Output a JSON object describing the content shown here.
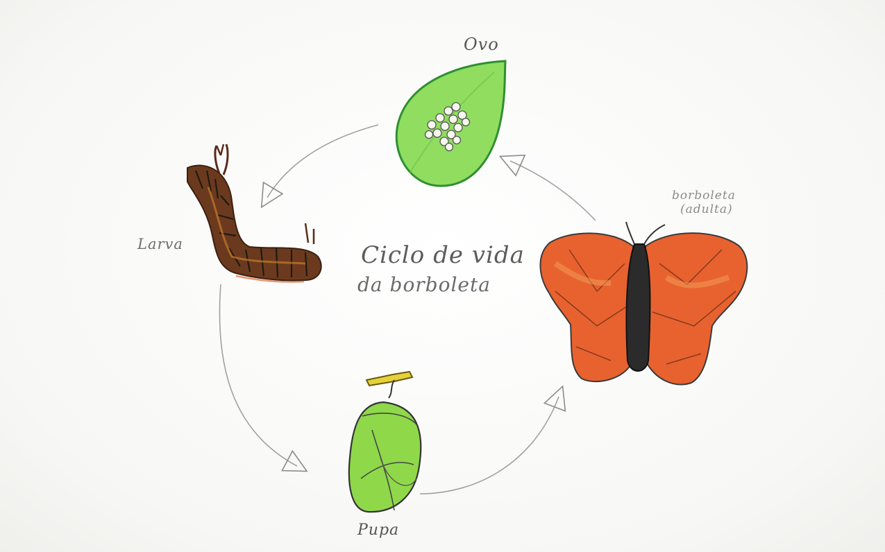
{
  "title": {
    "line1": "Ciclo de vida",
    "line2": "da borboleta"
  },
  "stages": {
    "egg": {
      "label": "Ovo",
      "icon": "egg-cluster-on-leaf"
    },
    "larva": {
      "label": "Larva",
      "icon": "caterpillar"
    },
    "pupa": {
      "label": "Pupa",
      "icon": "chrysalis"
    },
    "adult": {
      "label_line1": "borboleta",
      "label_line2": "(adulta)",
      "icon": "butterfly"
    }
  },
  "colors": {
    "leaf": "#8fdc5c",
    "chrysalis": "#8fd84a",
    "caterpillar": "#6b3a1e",
    "wing": "#e8622f",
    "body": "#2b2b2b",
    "arrow": "#9a9a9a"
  }
}
